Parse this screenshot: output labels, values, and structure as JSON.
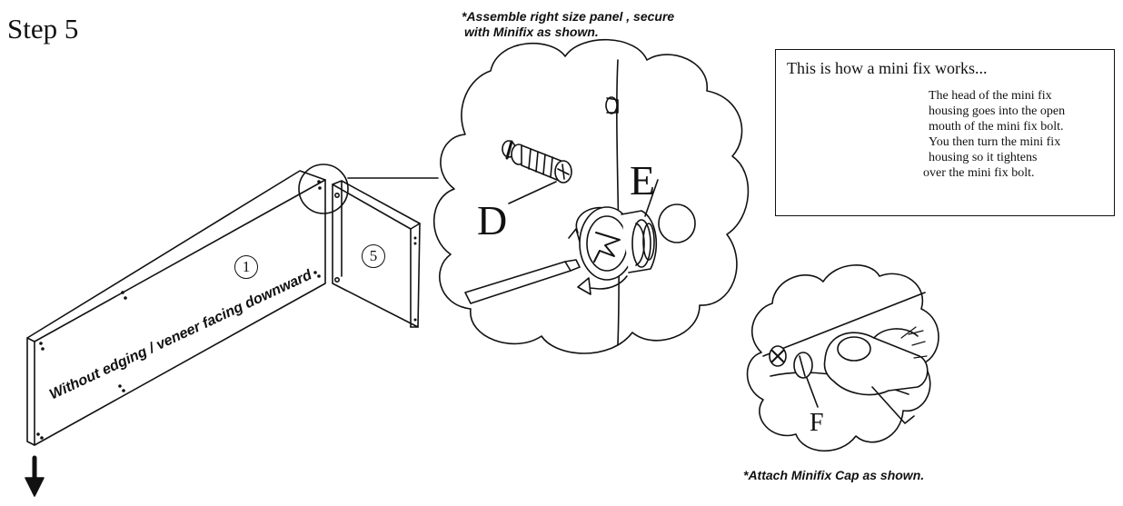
{
  "step_title": "Step 5",
  "top_note_line1": "*Assemble right size panel , secure",
  "top_note_line2": "with Minifix as shown.",
  "bottom_note": "*Attach Minifix Cap as shown.",
  "orientation_label": "Without edging / veneer facing downward",
  "panel_numbers": {
    "panel_1": "1",
    "panel_5": "5"
  },
  "part_labels": {
    "d": "D",
    "e": "E",
    "f": "F"
  },
  "infobox": {
    "title": "This is how a mini fix works...",
    "lines": [
      "The head of the mini fix",
      "housing goes into the open",
      "mouth of the mini fix bolt.",
      "You then turn the mini fix",
      "housing so it tightens",
      "over the mini fix bolt."
    ]
  },
  "icons": {
    "arrow": "down-arrow-icon",
    "screwdriver": "screwdriver-icon",
    "cam": "minifix-cam-icon",
    "bolt": "minifix-bolt-icon",
    "cap": "minifix-cap-icon",
    "thumb": "thumb-icon"
  }
}
